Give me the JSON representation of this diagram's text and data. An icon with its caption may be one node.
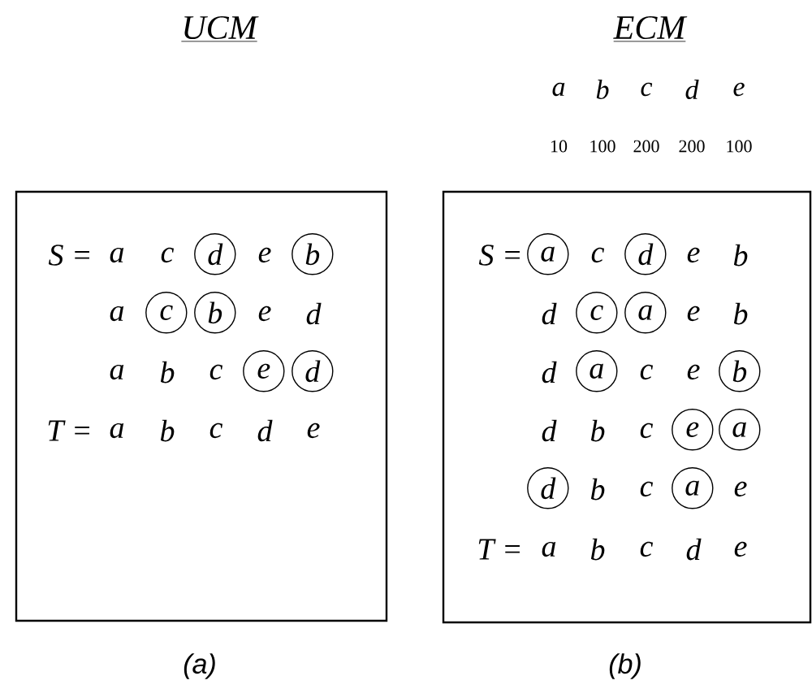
{
  "diagram": {
    "nodes": [
      {
        "text": [
          "UCM"
        ],
        "beside": [
          "(a)"
        ]
      },
      {
        "text": [
          "d"
        ],
        "in": 0
      },
      {
        "text": [
          "b"
        ],
        "in": 0
      },
      {
        "text": [
          "c"
        ],
        "in": 0
      },
      {
        "text": [
          "b"
        ],
        "in": 0
      },
      {
        "text": [
          "e"
        ],
        "in": 0
      },
      {
        "text": [
          "d"
        ],
        "in": 0
      },
      {
        "text": [
          "ECM"
        ],
        "beside": [
          "(b)"
        ]
      },
      {
        "text": [
          "a"
        ],
        "in": 7
      },
      {
        "text": [
          "d"
        ],
        "in": 7
      },
      {
        "text": [
          "c"
        ],
        "in": 7
      },
      {
        "text": [
          "a"
        ],
        "in": 7
      },
      {
        "text": [
          "a"
        ],
        "in": 7
      },
      {
        "text": [
          "b"
        ],
        "in": 7
      },
      {
        "text": [
          "e"
        ],
        "in": 7
      },
      {
        "text": [
          "a"
        ],
        "in": 7
      },
      {
        "text": [
          "d"
        ],
        "in": 7
      },
      {
        "text": [
          "a"
        ],
        "in": 7
      }
    ],
    "labels": [
      "a",
      "b",
      "c",
      "d",
      "e",
      "10",
      "100",
      "200",
      "200",
      "100",
      "S =",
      "a",
      "c",
      "e",
      "a",
      "e",
      "d",
      "a",
      "b",
      "c",
      "T =",
      "a",
      "b",
      "c",
      "d",
      "e",
      "S =",
      "c",
      "e",
      "b",
      "d",
      "e",
      "b",
      "d",
      "c",
      "e",
      "d",
      "b",
      "c",
      "b",
      "c",
      "e",
      "T =",
      "a",
      "b",
      "c",
      "d",
      "e"
    ]
  }
}
